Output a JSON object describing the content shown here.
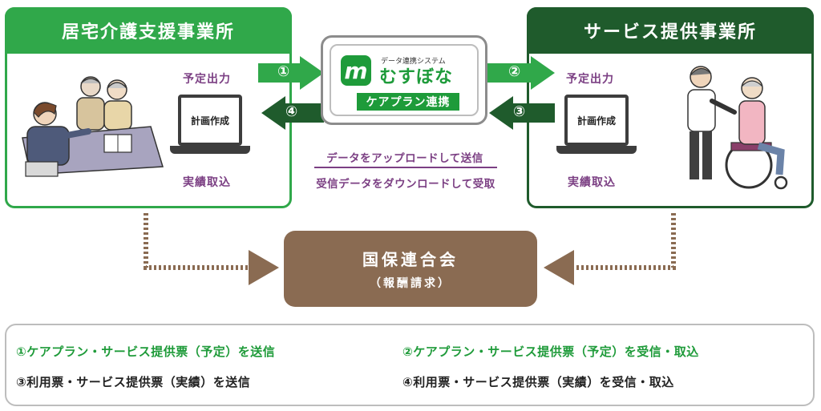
{
  "left_office": {
    "title": "居宅介護支援事業所",
    "label_output": "予定出力",
    "laptop_text": "計画作成",
    "label_import": "実績取込"
  },
  "right_office": {
    "title": "サービス提供事業所",
    "label_output": "予定出力",
    "laptop_text": "計画作成",
    "label_import": "実績取込"
  },
  "system": {
    "tagline": "データ連携システム",
    "logo_letter": "m",
    "name": "むすぼな",
    "badge": "ケアプラン連携"
  },
  "arrows": {
    "a1": "①",
    "a2": "②",
    "a3": "③",
    "a4": "④"
  },
  "center_captions": {
    "upload": "データをアップロードして送信",
    "download": "受信データをダウンロードして受取"
  },
  "organization": {
    "name": "国保連合会",
    "sub": "（報酬請求）"
  },
  "legend": {
    "item1": "①ケアプラン・サービス提供票（予定）を送信",
    "item2": "②ケアプラン・サービス提供票（予定）を受信・取込",
    "item3": "③利用票・サービス提供票（実績）を送信",
    "item4": "④利用票・サービス提供票（実績）を受信・取込"
  },
  "colors": {
    "green": "#30a84a",
    "dark_green": "#1f5b2c",
    "brown": "#8a6b52",
    "purple": "#7b3f83"
  }
}
